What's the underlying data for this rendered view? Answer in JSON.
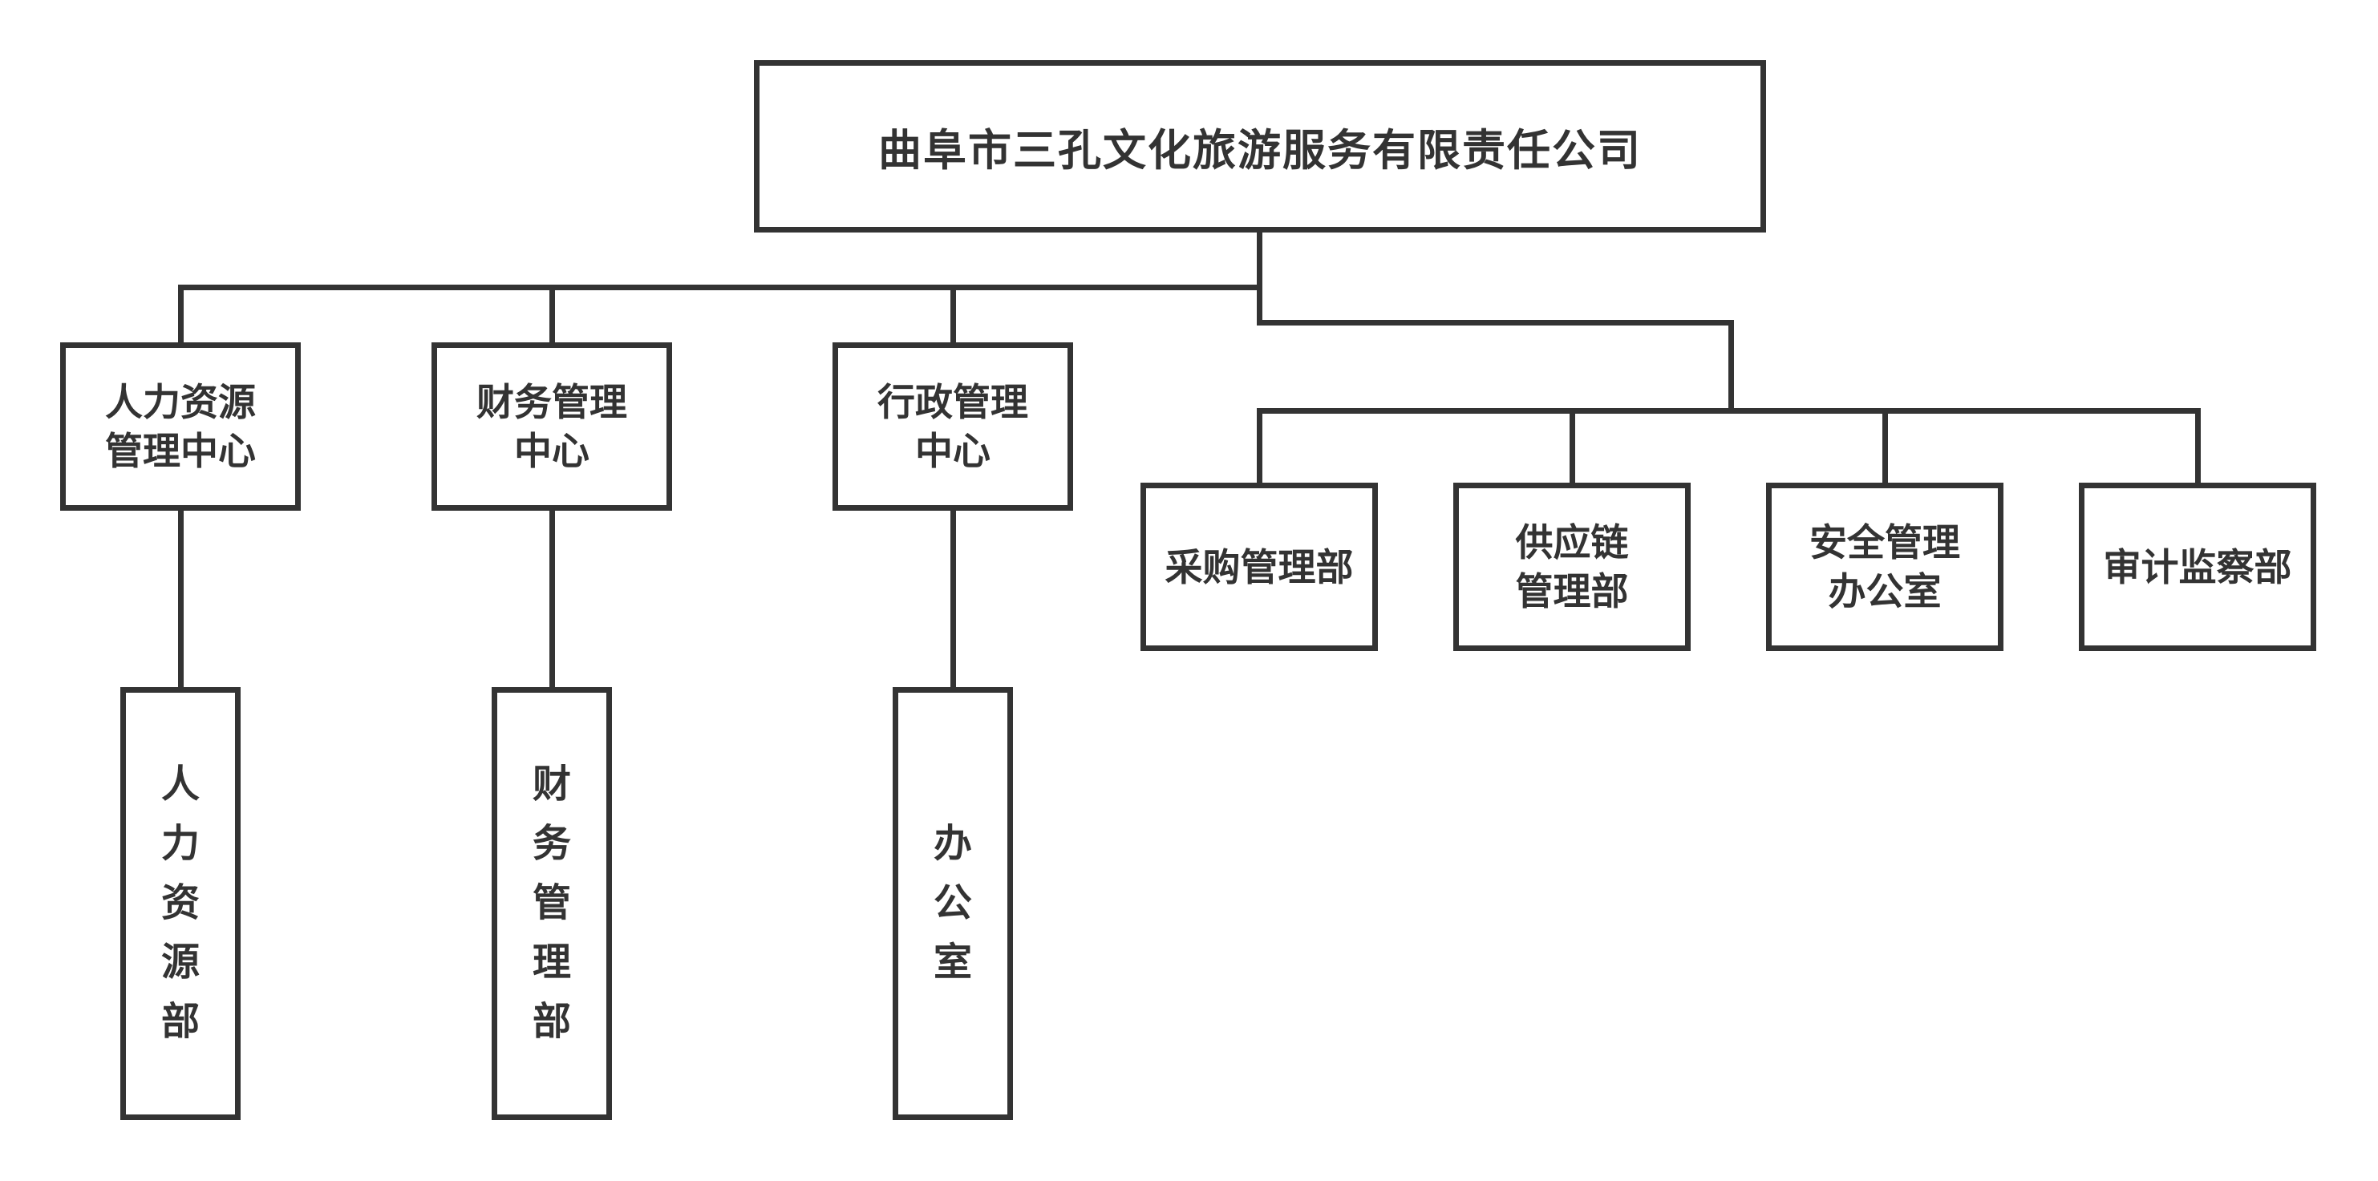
{
  "org": {
    "root_label": "曲阜市三孔文化旅游服务有限责任公司",
    "centers": [
      {
        "label": "人力资源\n管理中心",
        "dept_label": "人\n力\n资\n源\n部"
      },
      {
        "label": "财务管理\n中心",
        "dept_label": "财\n务\n管\n理\n部"
      },
      {
        "label": "行政管理\n中心",
        "dept_label": "办\n公\n室"
      }
    ],
    "departments": [
      {
        "label": "采购管理部"
      },
      {
        "label": "供应链\n管理部"
      },
      {
        "label": "安全管理\n办公室"
      },
      {
        "label": "审计监察部"
      }
    ],
    "colors": {
      "line": "#333333",
      "text": "#333333",
      "background": "#ffffff"
    }
  }
}
